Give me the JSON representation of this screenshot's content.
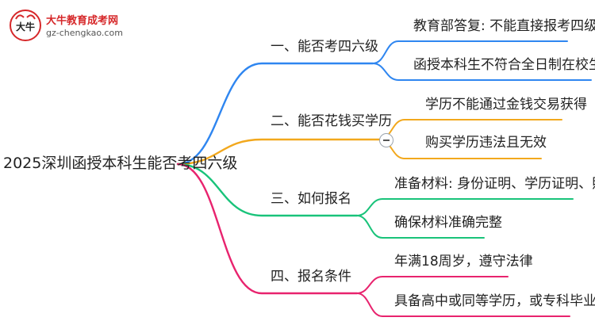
{
  "logo": {
    "mark_text": "大牛",
    "title": "大牛教育成考网",
    "url": "gz-chengkao.com"
  },
  "root": {
    "label": "2025深圳函授本科生能否考四六级"
  },
  "branches": [
    {
      "label": "一、能否考四六级",
      "color": "#2f86f0",
      "children": [
        "教育部答复: 不能直接报考四级",
        "函授本科生不符合全日制在校生条件"
      ]
    },
    {
      "label": "二、能否花钱买学历",
      "color": "#f2a81d",
      "children": [
        "学历不能通过金钱交易获得",
        "购买学历违法且无效"
      ]
    },
    {
      "label": "三、如何报名",
      "color": "#19c37a",
      "children": [
        "准备材料: 身份证明、学历证明、照片",
        "确保材料准确完整"
      ]
    },
    {
      "label": "四、报名条件",
      "color": "#e8236e",
      "children": [
        "年满18周岁，遵守法律",
        "具备高中或同等学历，或专科毕业证"
      ]
    }
  ],
  "collapse_icon": "minus-circle-icon"
}
